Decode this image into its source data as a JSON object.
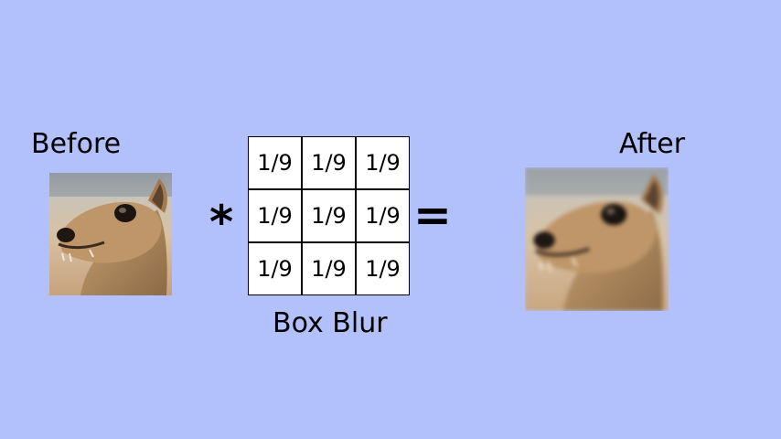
{
  "before_label": "Before",
  "after_label": "After",
  "convolve_symbol": "*",
  "equals_symbol": "=",
  "kernel": {
    "caption": "Box Blur",
    "cells": [
      [
        "1/9",
        "1/9",
        "1/9"
      ],
      [
        "1/9",
        "1/9",
        "1/9"
      ],
      [
        "1/9",
        "1/9",
        "1/9"
      ]
    ]
  },
  "colors": {
    "background": "#b2c0fb",
    "cell_background": "#ffffff",
    "grid_lines": "#000000"
  }
}
